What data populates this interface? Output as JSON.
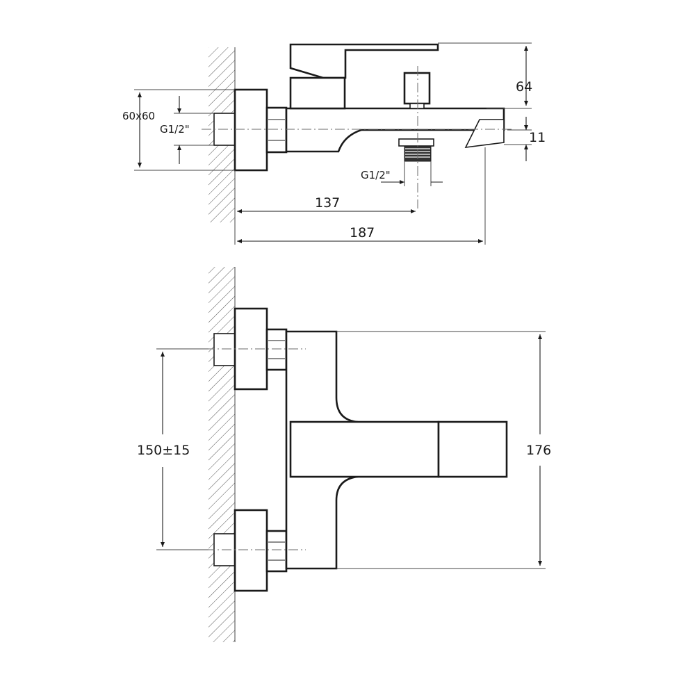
{
  "top_view": {
    "dim_flange_size": "60x60",
    "dim_inlet_thread": "G1/2\"",
    "dim_height": "64",
    "dim_spout_drop": "11",
    "dim_outlet_thread": "G1/2\"",
    "dim_outlet_distance": "137",
    "dim_total_depth": "187"
  },
  "front_view": {
    "dim_inlet_spacing": "150±15",
    "dim_body_height": "176"
  }
}
